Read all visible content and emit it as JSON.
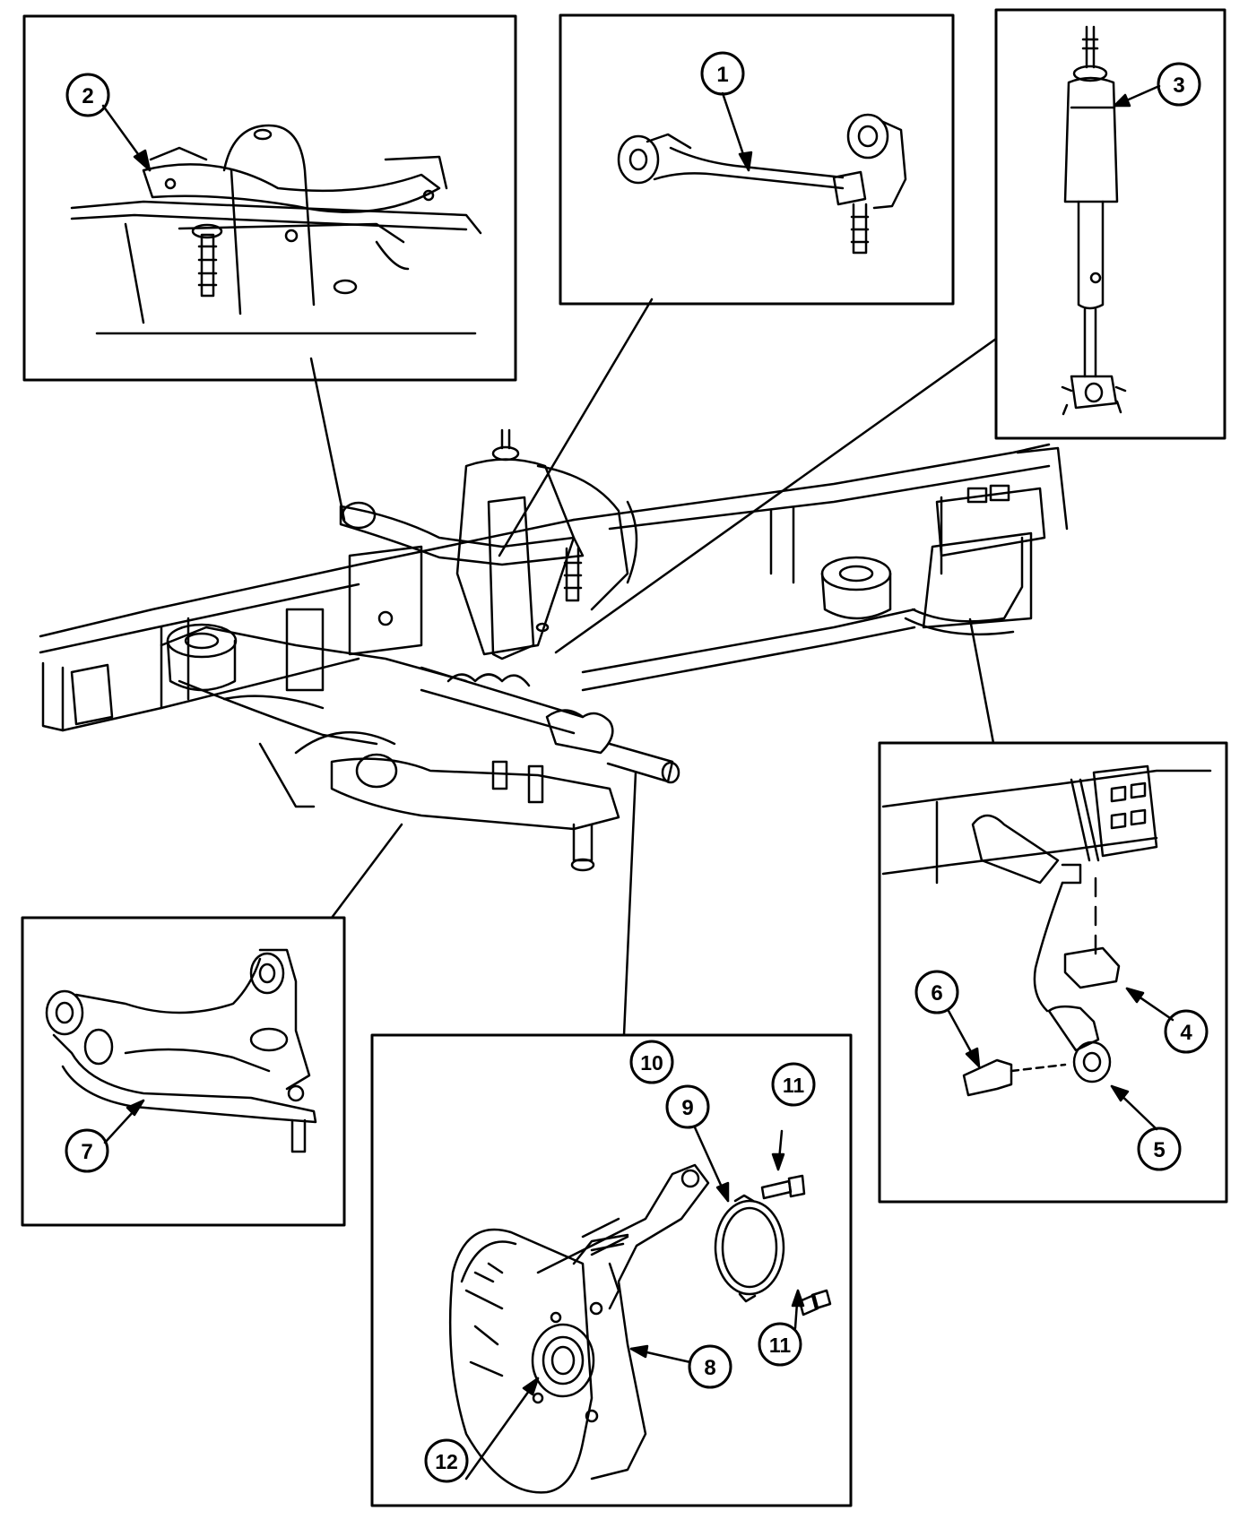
{
  "diagram": {
    "callouts": {
      "c1": "1",
      "c2": "2",
      "c3": "3",
      "c4": "4",
      "c5": "5",
      "c6": "6",
      "c7": "7",
      "c8": "8",
      "c9": "9",
      "c10": "10",
      "c11a": "11",
      "c11b": "11",
      "c12": "12"
    },
    "colors": {
      "ink": "#000000",
      "paper": "#ffffff"
    }
  }
}
